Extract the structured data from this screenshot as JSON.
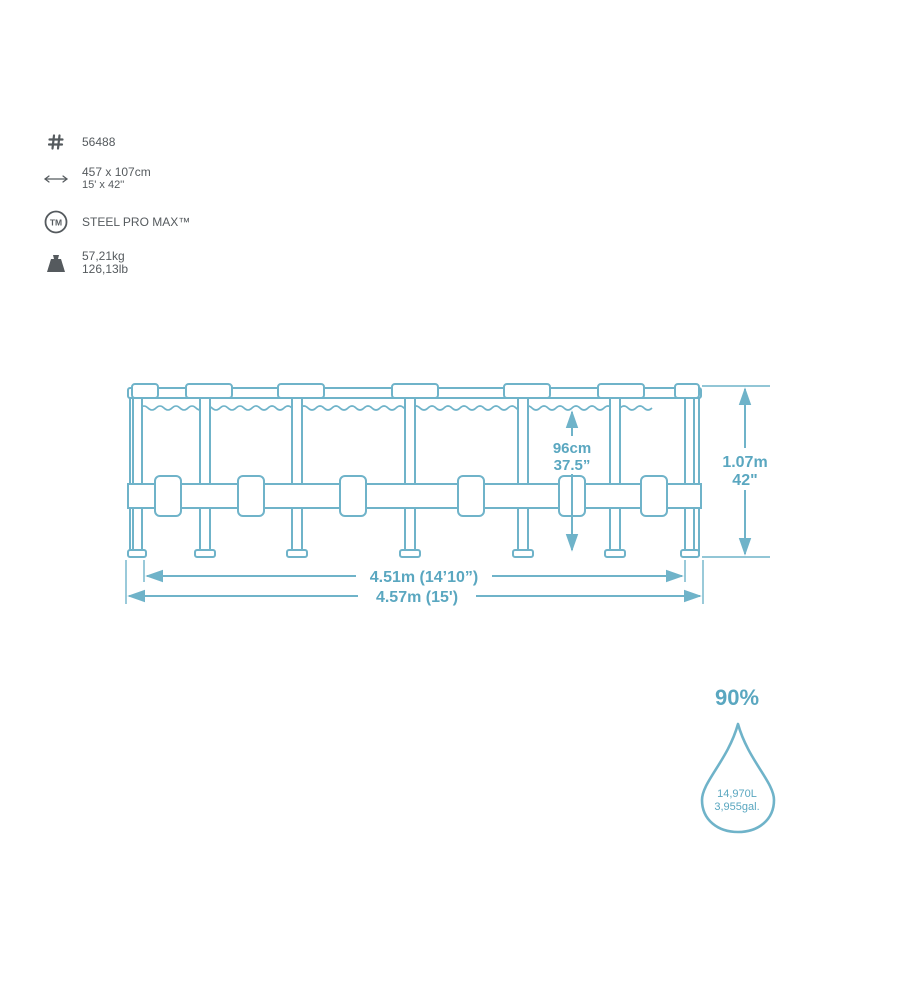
{
  "specs": {
    "model": {
      "icon": "hash-icon",
      "value": "56488"
    },
    "size": {
      "icon": "double-arrow-icon",
      "line1": "457 x 107cm",
      "line2": "15' x 42''"
    },
    "frame": {
      "icon": "trademark-icon",
      "icon_text": "TM",
      "value": "STEEL PRO MAX™"
    },
    "weight": {
      "icon": "weight-icon",
      "line1": "57,21kg",
      "line2": "126,13lb"
    }
  },
  "pool_diagram": {
    "water_depth": {
      "metric": "96cm",
      "imperial": "37.5”"
    },
    "wall_height": {
      "metric": "1.07m",
      "imperial": "42\""
    },
    "inner_width": "4.51m (14’10”)",
    "outer_width": "4.57m (15')"
  },
  "fill": {
    "percent": "90%",
    "liters": "14,970L",
    "gallons": "3,955gal."
  },
  "colors": {
    "line": "#6fb3c9",
    "dim_text": "#5aa7c0",
    "spec_text": "#555a5e"
  }
}
